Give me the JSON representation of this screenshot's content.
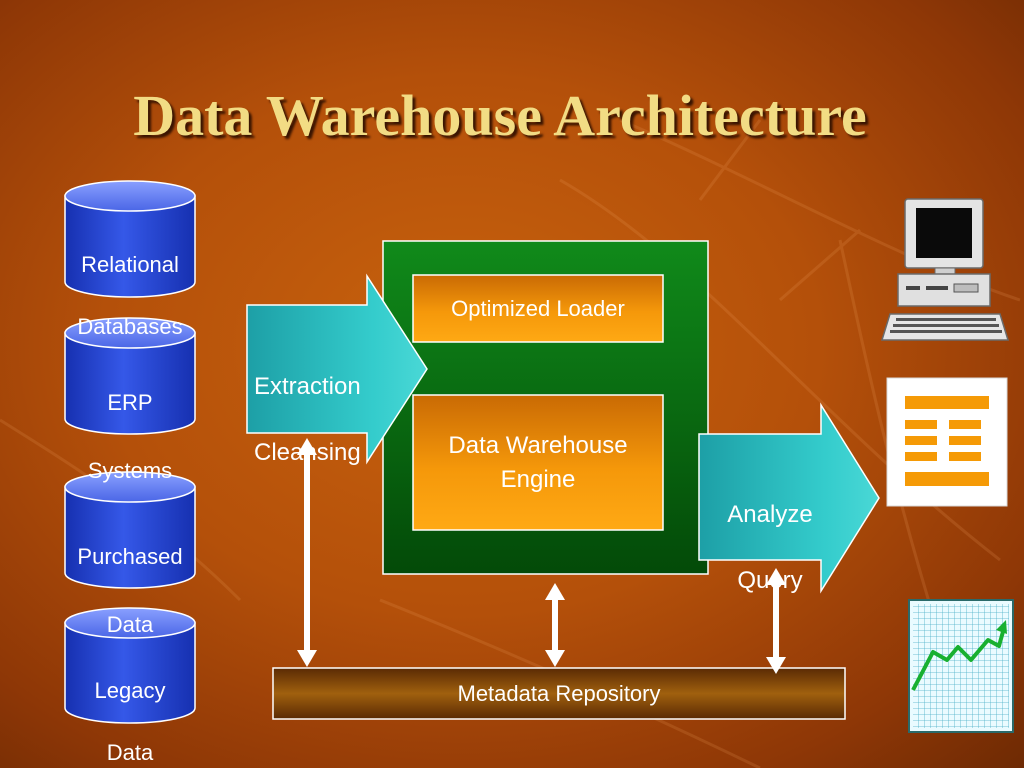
{
  "title": "Data Warehouse Architecture",
  "sources": [
    {
      "line1": "Relational",
      "line2": "Databases"
    },
    {
      "line1": "ERP",
      "line2": "Systems"
    },
    {
      "line1": "Purchased",
      "line2": "Data"
    },
    {
      "line1": "Legacy",
      "line2": "Data"
    }
  ],
  "extraction": {
    "line1": "Extraction",
    "line2": "Cleansing"
  },
  "warehouse": {
    "loader": "Optimized Loader",
    "engine_line1": "Data Warehouse",
    "engine_line2": "Engine"
  },
  "analyze": {
    "line1": "Analyze",
    "line2": "Query"
  },
  "metadata": "Metadata Repository",
  "icons": {
    "computer": "desktop-computer-icon",
    "report": "report-document-icon",
    "chart": "line-chart-icon"
  },
  "colors": {
    "title": "#f2dc84",
    "cylinder": "#2746d8",
    "warehouse_green": "#0a7a12",
    "orange_box": "#f59a06",
    "arrow_teal": "#2cc6c6",
    "metadata_brown": "#8a4a06"
  }
}
